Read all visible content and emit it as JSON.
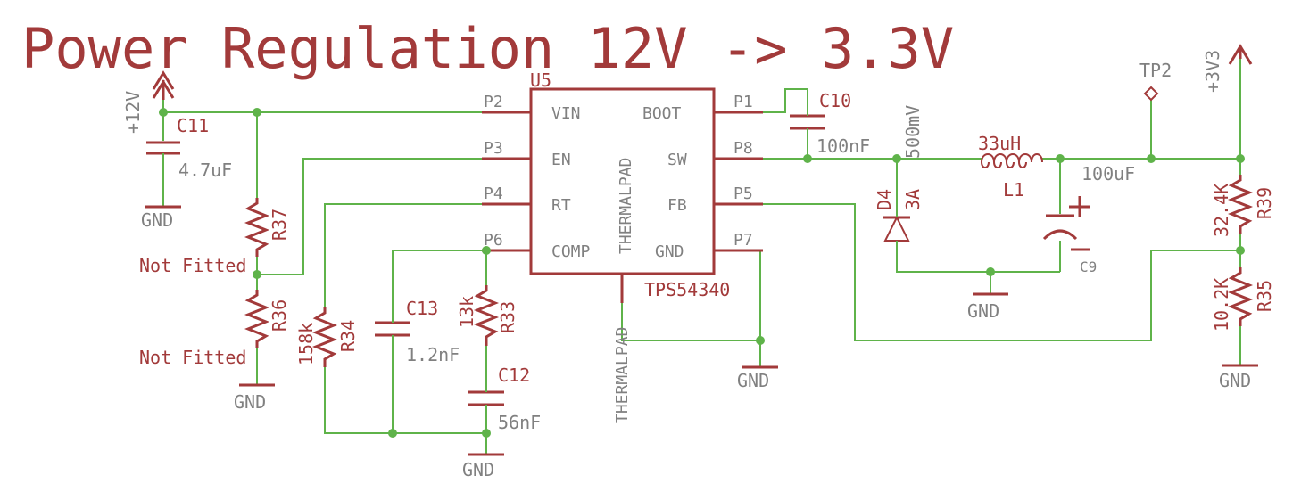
{
  "title": "Power Regulation 12V -> 3.3V",
  "colors": {
    "symbol": "#a23a3a",
    "wire": "#5fb34a",
    "value_text": "#808080"
  },
  "ic": {
    "ref": "U5",
    "part": "TPS54340",
    "body_label": "THERMALPAD",
    "pad_label": "THERMALPAD",
    "pins_left": [
      {
        "num": "P2",
        "name": "VIN"
      },
      {
        "num": "P3",
        "name": "EN"
      },
      {
        "num": "P4",
        "name": "RT"
      },
      {
        "num": "P6",
        "name": "COMP"
      }
    ],
    "pins_right": [
      {
        "num": "P1",
        "name": "BOOT"
      },
      {
        "num": "P8",
        "name": "SW"
      },
      {
        "num": "P5",
        "name": "FB"
      },
      {
        "num": "P7",
        "name": "GND"
      }
    ]
  },
  "supplies": {
    "vin": "+12V",
    "vout": "+3V3",
    "gnd_label": "GND"
  },
  "components": {
    "C11": {
      "ref": "C11",
      "value": "4.7uF"
    },
    "R37": {
      "ref": "R37",
      "value": "Not Fitted"
    },
    "R36": {
      "ref": "R36",
      "value": "Not Fitted"
    },
    "R34": {
      "ref": "R34",
      "value": "158k"
    },
    "C13": {
      "ref": "C13",
      "value": "1.2nF"
    },
    "R33": {
      "ref": "R33",
      "value": "13k"
    },
    "C12": {
      "ref": "C12",
      "value": "56nF"
    },
    "C10": {
      "ref": "C10",
      "value": "100nF"
    },
    "D4": {
      "ref": "D4",
      "value": "3A",
      "value2": "500mV"
    },
    "L1": {
      "ref": "L1",
      "value": "33uH"
    },
    "C9": {
      "ref": "C9",
      "value": "100uF"
    },
    "TP2": {
      "ref": "TP2"
    },
    "R39": {
      "ref": "R39",
      "value": "32.4K"
    },
    "R35": {
      "ref": "R35",
      "value": "10.2K"
    }
  }
}
